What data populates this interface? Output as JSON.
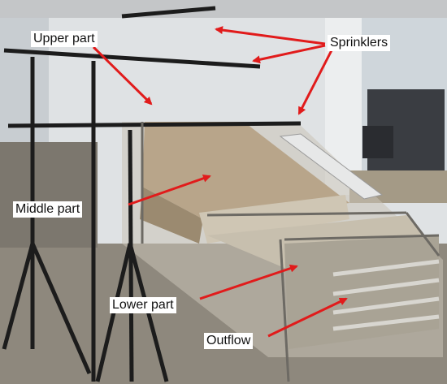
{
  "labels": {
    "upper": "Upper part",
    "sprinklers": "Sprinklers",
    "middle": "Middle part",
    "lower": "Lower part",
    "outflow": "Outflow"
  },
  "colors": {
    "arrow": "#e11b1b",
    "label_bg": "#ffffff",
    "label_text": "#111111",
    "gravel": "#b8a58a",
    "glass_frame": "#6d6a64",
    "wall": "#e2e4e5"
  }
}
